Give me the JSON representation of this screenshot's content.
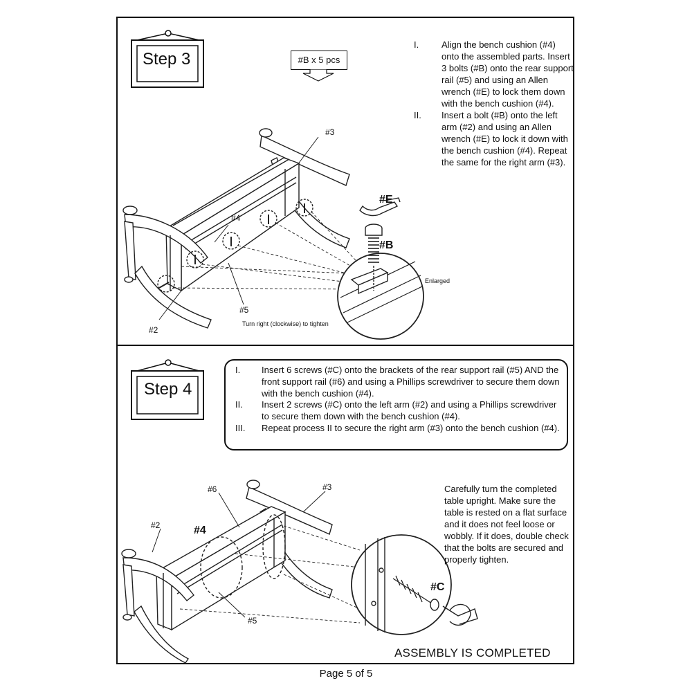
{
  "step3": {
    "label": "Step 3",
    "kit": "#B x 5 pcs",
    "instructions": [
      {
        "num": "I.",
        "text": "Align the bench cushion (#4) onto the assembled parts. Insert 3 bolts (#B) onto the rear support rail (#5) and using an Allen wrench (#E) to lock them down with the bench cushion (#4)."
      },
      {
        "num": "II.",
        "text": "Insert a bolt (#B) onto the left arm (#2) and using an Allen wrench (#E) to lock it down with the bench cushion (#4). Repeat the same for the right arm (#3)."
      }
    ],
    "labels": {
      "p3": "#3",
      "p4": "#4",
      "p5": "#5",
      "p2": "#2",
      "e": "#E",
      "b": "#B",
      "enlarged": "Enlarged",
      "turn": "Turn right (clockwise) to tighten"
    }
  },
  "step4": {
    "label": "Step 4",
    "instructions": [
      {
        "num": "I.",
        "text": "Insert 6 screws (#C) onto the brackets of the rear support rail (#5) AND the front support rail (#6) and using a Phillips screwdriver to secure them down with the bench cushion (#4)."
      },
      {
        "num": "II.",
        "text": "Insert 2 screws (#C) onto the left arm (#2) and using a Phillips screwdriver to secure them down with the bench cushion (#4)."
      },
      {
        "num": "III.",
        "text": "Repeat process II to secure the right arm (#3) onto the bench cushion (#4)."
      }
    ],
    "labels": {
      "p6": "#6",
      "p3": "#3",
      "p2": "#2",
      "p4": "#4",
      "p5": "#5",
      "c": "#C"
    },
    "note": "Carefully turn the completed table upright.  Make sure the table is rested on a flat surface and it does not feel loose or wobbly.  If it does, double check that the bolts are secured and properly tighten."
  },
  "completed": "ASSEMBLY IS COMPLETED",
  "page_number": "Page 5 of 5"
}
